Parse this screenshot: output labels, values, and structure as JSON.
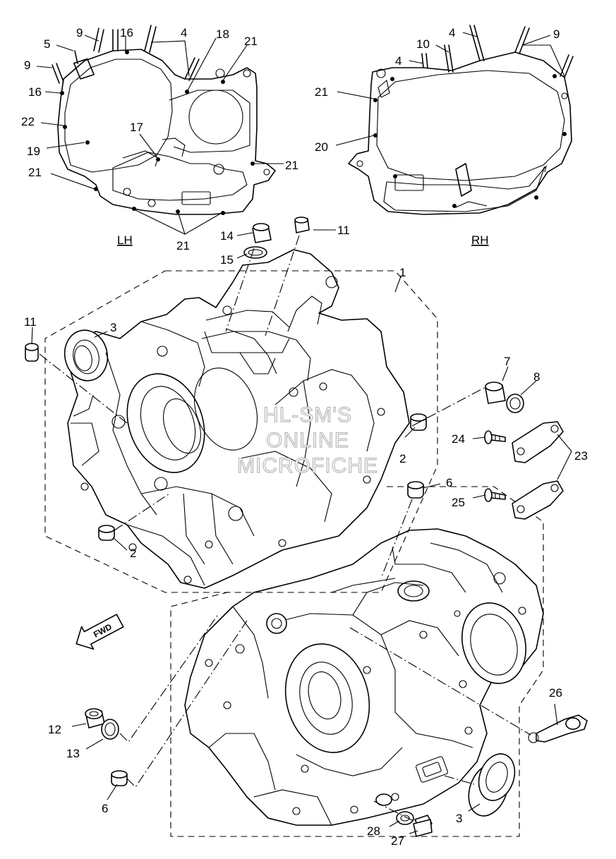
{
  "side_labels": {
    "left": "LH",
    "right": "RH"
  },
  "watermark": {
    "line1": "HL-SM'S",
    "line2": "ONLINE",
    "line3": "MICROFICHE"
  },
  "direction_arrow": {
    "label": "FWD",
    "icon": "forward-arrow-icon"
  },
  "callouts": {
    "lh_9a": "9",
    "lh_16a": "16",
    "lh_4": "4",
    "lh_5": "5",
    "lh_9b": "9",
    "lh_18": "18",
    "lh_21a": "21",
    "lh_16b": "16",
    "lh_22": "22",
    "lh_17": "17",
    "lh_19": "19",
    "lh_21b": "21",
    "lh_21c": "21",
    "lh_21d": "21",
    "rh_4a": "4",
    "rh_9": "9",
    "rh_10": "10",
    "rh_4b": "4",
    "rh_21": "21",
    "rh_20": "20",
    "p14": "14",
    "p11a": "11",
    "p15": "15",
    "p1": "1",
    "p11b": "11",
    "p3a": "3",
    "p7": "7",
    "p8": "8",
    "p2a": "2",
    "p24": "24",
    "p23": "23",
    "p6a": "6",
    "p25": "25",
    "p2b": "2",
    "p26": "26",
    "p12": "12",
    "p13": "13",
    "p6b": "6",
    "p3b": "3",
    "p28": "28",
    "p27": "27"
  }
}
